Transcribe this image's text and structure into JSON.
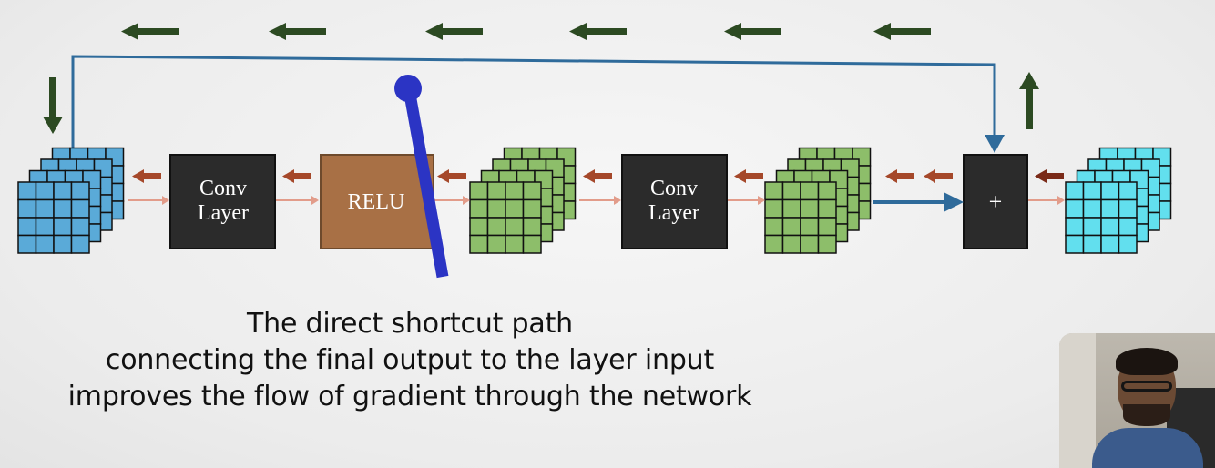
{
  "blocks": {
    "conv1": "Conv\nLayer",
    "relu": "RELU",
    "conv2": "Conv\nLayer",
    "add": "+"
  },
  "caption": {
    "line1": "The direct shortcut path",
    "line2": "connecting the final output to the layer input",
    "line3": "improves the flow of gradient through the network"
  },
  "colors": {
    "blue_tensor": "#5aaad8",
    "cyan_tensor": "#62dfee",
    "green_tensor": "#8dbe6a",
    "conv_block": "#2b2b2b",
    "relu_block": "#a87045",
    "skip_line": "#2f6b9b",
    "gradient_arrow": "#2c4a22",
    "backward_arrow": "#a5482a",
    "forward_arrow": "#e29c8a",
    "pointer": "#2b34c4"
  },
  "icons": {
    "webcam": "presenter-webcam-overlay"
  }
}
